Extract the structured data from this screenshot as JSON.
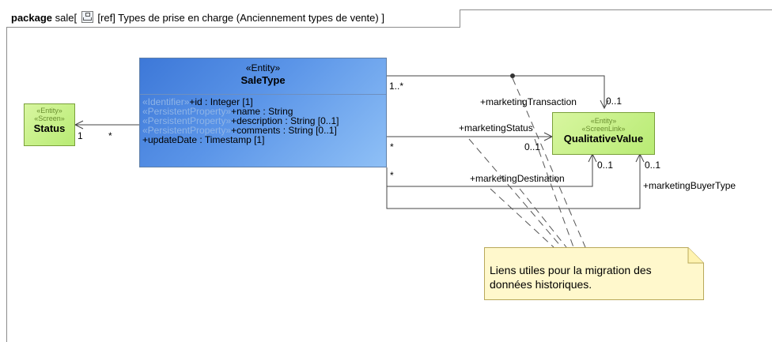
{
  "diagram": {
    "header": {
      "keyword": "package",
      "name": "sale",
      "bracket_open": "[",
      "ref_text": "[ref] Types de prise en charge (Anciennement types de vente)",
      "bracket_close": "]"
    },
    "classes": {
      "saletype": {
        "stereotype": "«Entity»",
        "name": "SaleType",
        "attributes": [
          {
            "stereo": "«Identifier»",
            "text": "+id : Integer [1]"
          },
          {
            "stereo": "«PersistentProperty»",
            "text": "+name : String"
          },
          {
            "stereo": "«PersistentProperty»",
            "text": "+description : String [0..1]"
          },
          {
            "stereo": "«PersistentProperty»",
            "text": "+comments : String [0..1]"
          },
          {
            "stereo": "",
            "text": "+updateDate : Timestamp [1]"
          }
        ]
      },
      "status": {
        "stereotype1": "«Entity»",
        "stereotype2": "«Screen»",
        "name": "Status"
      },
      "qualitative": {
        "stereotype1": "«Entity»",
        "stereotype2": "«ScreenLink»",
        "name": "QualitativeValue"
      }
    },
    "labels": {
      "status_mult": "1",
      "saletype_status_mult": "*",
      "transaction_src_mult": "1..*",
      "transaction_role": "+marketingTransaction",
      "transaction_tgt_mult": "0..1",
      "status_src_mult": "*",
      "status_role": "+marketingStatus",
      "status_tgt_mult": "0..1",
      "destination_src_mult": "*",
      "destination_role": "+marketingDestination",
      "destination_tgt_mult": "0..1",
      "buyer_tgt_mult": "0..1",
      "buyer_role": "+marketingBuyerType"
    },
    "note": {
      "line1": "Liens utiles pour la migration des",
      "line2": "données historiques."
    },
    "colors": {
      "entity_fill": "#5b95e8",
      "screen_fill": "#c6f08a",
      "note_fill": "#fff8cc"
    }
  }
}
